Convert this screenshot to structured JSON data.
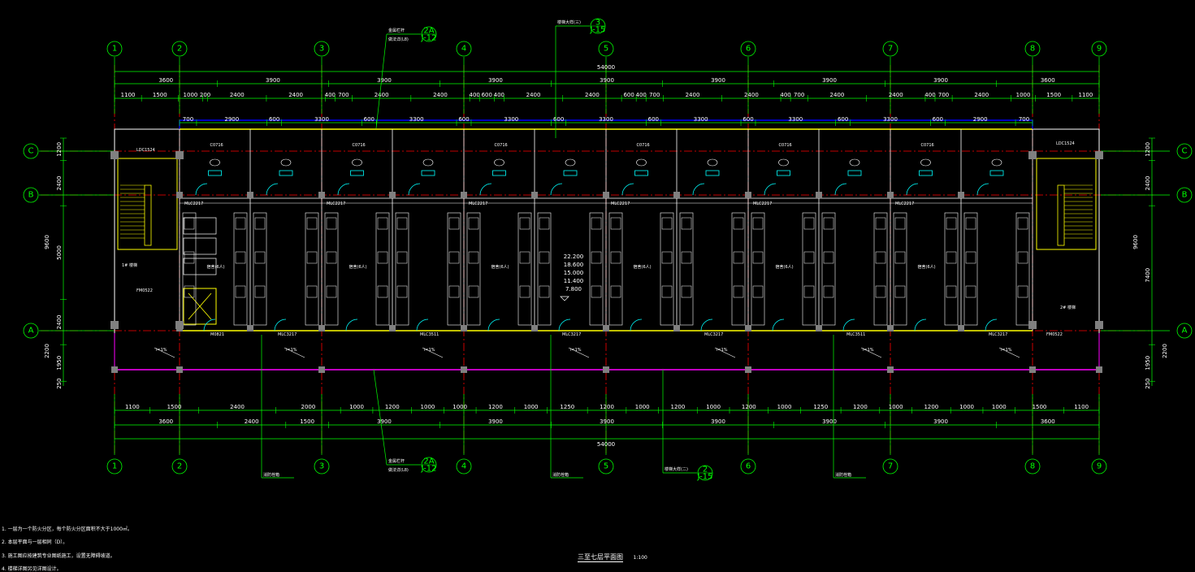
{
  "drawing": {
    "title": "三至七层平面图",
    "scale": "1:100",
    "total_length_top": "54000",
    "total_length_bottom": "54000",
    "axes_vertical": [
      "1",
      "2",
      "3",
      "4",
      "5",
      "6",
      "7",
      "8",
      "9"
    ],
    "axes_horizontal": [
      "C",
      "B",
      "A"
    ],
    "top_spans": [
      "3600",
      "3900",
      "3900",
      "3900",
      "3900",
      "3900",
      "3900",
      "3900",
      "3600"
    ],
    "bottom_spans": [
      "3600",
      "2400",
      "1500",
      "3900",
      "3900",
      "3900",
      "3900",
      "3900",
      "3900",
      "3600"
    ],
    "top_detail_dims": [
      "1100",
      "1500",
      "1000",
      "200",
      "2400",
      "2400",
      "400",
      "700",
      "2400",
      "2400",
      "400",
      "600",
      "400",
      "2400",
      "2400",
      "600",
      "400",
      "700",
      "2400",
      "2400",
      "400",
      "700",
      "2400",
      "2400",
      "400",
      "700",
      "2400",
      "1000",
      "1500",
      "1100"
    ],
    "window_dims": [
      "700",
      "2900",
      "600",
      "3300",
      "600",
      "3300",
      "600",
      "3300",
      "600",
      "3300",
      "600",
      "3300",
      "600",
      "3300",
      "600",
      "3300",
      "600",
      "2900",
      "700"
    ],
    "bottom_detail_dims": [
      "1100",
      "1500",
      "2400",
      "2000",
      "1000",
      "1200",
      "1000",
      "1000",
      "1200",
      "1000",
      "1250",
      "1200",
      "1000",
      "1200",
      "1000",
      "1200",
      "1000",
      "1250",
      "1200",
      "1000",
      "1200",
      "1000",
      "1000",
      "1500",
      "1100"
    ],
    "left_dims": [
      "1200",
      "2400",
      "5000",
      "2400",
      "1950",
      "250"
    ],
    "left_total": "9600",
    "right_dims": [
      "1200",
      "2400",
      "7400",
      "1950",
      "250"
    ],
    "right_total": "9600",
    "left_outer_dim": "2200",
    "right_outer_dim": "2200",
    "callouts": {
      "rail_top": "金属栏杆",
      "rail_top_num": "2A",
      "rail_top_ref": "J-12",
      "rail_top_sub": "做法详(L8)",
      "section_top": "楼梯大样(三)",
      "section_top_num": "3",
      "section_top_ref": "J-15",
      "rail_bot": "金属栏杆",
      "rail_bot_num": "2A",
      "rail_bot_ref": "J-12",
      "rail_bot_sub": "做法详(L8)",
      "section_bot": "楼梯大样(二)",
      "section_bot_num": "2",
      "section_bot_ref": "J-15",
      "hydrant_1": "消防栓箱",
      "hydrant_2": "消防栓箱",
      "hydrant_3": "消防栓箱"
    },
    "levels": [
      "22.200",
      "18.600",
      "15.000",
      "11.400",
      "7.800"
    ],
    "room_label": "宿舍(6人)",
    "stair_labels": [
      "1# 楼梯",
      "2# 楼梯"
    ],
    "doors": [
      "LDC1524",
      "LDC1524",
      "FM0522",
      "FM0522",
      "M0821"
    ],
    "window_tags": [
      "MLC2217",
      "MLC3511",
      "MLC3217",
      "C0716",
      "C0716",
      "C0716",
      "C0716",
      "C0716",
      "C0716",
      "C0716",
      "C0716"
    ],
    "slope_tag": "i=1%",
    "notes": [
      "1. 一层为一个防火分区，每个防火分区面积不大于1000㎡。",
      "2. 本层平面与一层相同（D）。",
      "3. 施工图应按建筑专业图纸施工，设置无障碍坡道。",
      "4. 楼梯详图另见详图设计。"
    ],
    "colors": {
      "axis_line": "#ff0000",
      "dim_line": "#00ff00",
      "wall": "#ffffff",
      "window": "#ffff00",
      "column": "#808080",
      "door": "#00ffff",
      "balcony": "#ff00ff",
      "outline_blue": "#0000ff"
    }
  }
}
